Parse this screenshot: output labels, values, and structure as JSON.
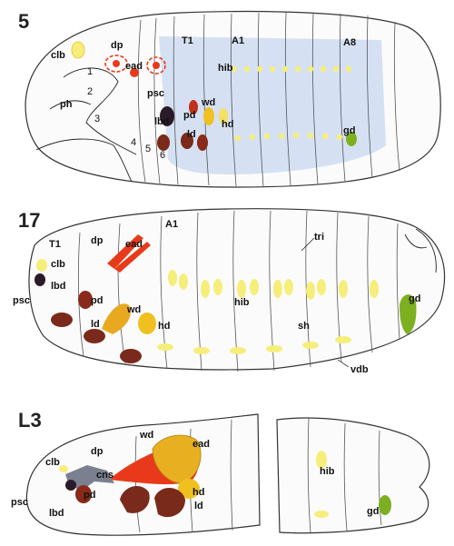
{
  "panels": [
    {
      "number": "5",
      "labels": {
        "clb": "clb",
        "dp": "dp",
        "ead": "ead",
        "t1": "T1",
        "a1": "A1",
        "a8": "A8",
        "hib": "hib",
        "psc": "psc",
        "wd": "wd",
        "pd": "pd",
        "hd": "hd",
        "lbd": "lbd",
        "ld": "ld",
        "gd": "gd",
        "ph": "ph",
        "n1": "1",
        "n2": "2",
        "n3": "3",
        "n4": "4",
        "n5": "5",
        "n6": "6"
      }
    },
    {
      "number": "17",
      "labels": {
        "t1": "T1",
        "dp": "dp",
        "ead": "ead",
        "a1": "A1",
        "tri": "tri",
        "clb": "clb",
        "lbd": "lbd",
        "psc": "psc",
        "pd": "pd",
        "wd": "wd",
        "ld": "ld",
        "hd": "hd",
        "hib": "hib",
        "sh": "sh",
        "gd": "gd",
        "vdb": "vdb"
      }
    },
    {
      "number": "L3",
      "labels": {
        "wd": "wd",
        "ead": "ead",
        "dp": "dp",
        "clb": "clb",
        "cns": "cns",
        "psc": "psc",
        "lbd": "lbd",
        "pd": "pd",
        "hd": "hd",
        "ld": "ld",
        "hib": "hib",
        "gd": "gd"
      }
    }
  ],
  "colors": {
    "yellow": "#f6ee7a",
    "yellow_dark": "#e8c020",
    "orange": "#e8a020",
    "red": "#e83a1a",
    "brown": "#7a2a1a",
    "dark": "#2a1a2a",
    "green": "#7cb020",
    "blue_region": "#c8d8f0",
    "cns_gray": "#7a8090"
  }
}
